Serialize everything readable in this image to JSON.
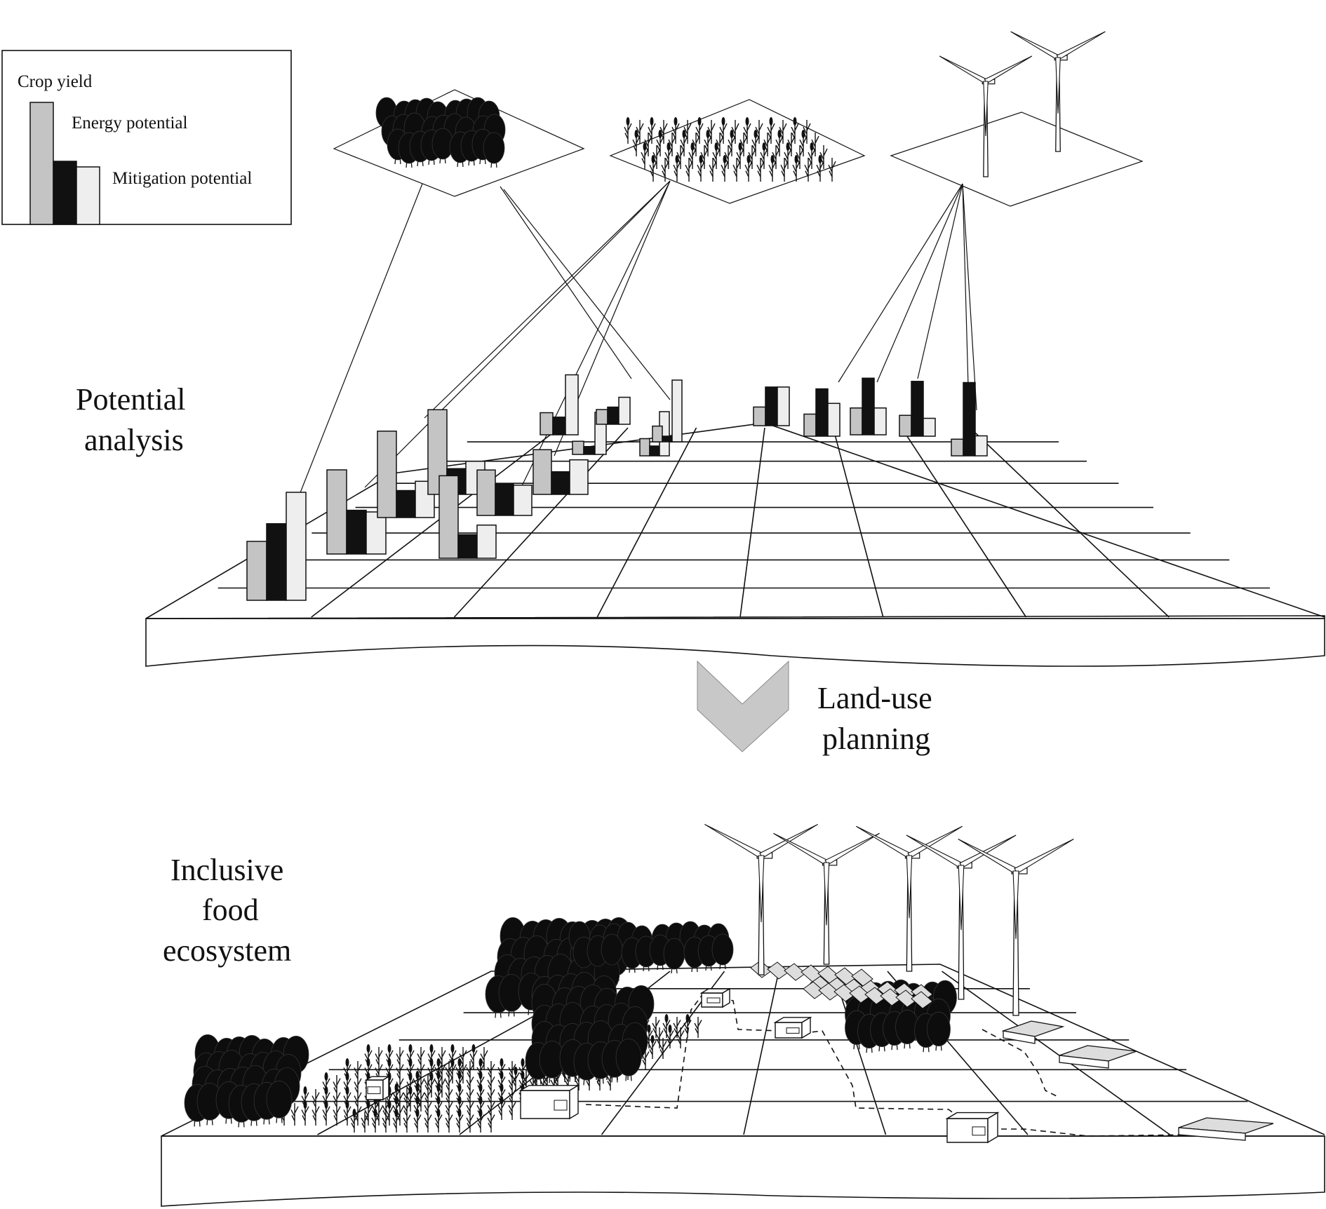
{
  "legend": {
    "title": "Crop yield",
    "items": [
      {
        "label": "Energy potential",
        "color": "#c4c4c4"
      },
      {
        "label": "Mitigation potential",
        "color": "#e9e9e9"
      }
    ],
    "crop_color": "#111111"
  },
  "sections": {
    "potential": {
      "line1": "Potential",
      "line2": "analysis"
    },
    "planning": {
      "line1": "Land-use",
      "line2": "planning"
    },
    "ecosystem": {
      "line1": "Inclusive",
      "line2": "food",
      "line3": "ecosystem"
    }
  },
  "colors": {
    "energy": "#c4c4c4",
    "crop": "#111111",
    "mitigation": "#eeeeee",
    "arrow": "#c8c8c8"
  },
  "icons": [
    "forest-icon",
    "cropland-icon",
    "wind-turbine-icon",
    "factory-icon",
    "warehouse-icon",
    "barn-icon"
  ],
  "chart_data": {
    "type": "bar",
    "series": [
      {
        "name": "Crop yield"
      },
      {
        "name": "Energy potential"
      },
      {
        "name": "Mitigation potential"
      }
    ],
    "groups": [
      {
        "values": [
          0.6,
          0.78,
          1.1
        ]
      },
      {
        "values": [
          1.0,
          0.52,
          0.5
        ]
      },
      {
        "values": [
          1.12,
          0.35,
          0.47
        ]
      },
      {
        "values": [
          1.15,
          0.35,
          0.45
        ]
      },
      {
        "values": [
          1.12,
          0.32,
          0.45
        ]
      },
      {
        "values": [
          0.72,
          0.5,
          0.48
        ]
      },
      {
        "values": [
          0.75,
          0.38,
          0.58
        ]
      },
      {
        "values": [
          0.35,
          0.28,
          0.95
        ]
      },
      {
        "values": [
          0.25,
          0.15,
          0.8
        ]
      },
      {
        "values": [
          0.3,
          0.35,
          0.55
        ]
      },
      {
        "values": [
          0.35,
          0.2,
          0.9
        ]
      },
      {
        "values": [
          0.28,
          0.1,
          1.1
        ]
      },
      {
        "values": [
          0.28,
          0.58,
          0.58
        ]
      },
      {
        "values": [
          0.35,
          0.75,
          0.52
        ]
      },
      {
        "values": [
          0.45,
          0.95,
          0.45
        ]
      },
      {
        "values": [
          0.35,
          0.92,
          0.3
        ]
      },
      {
        "values": [
          0.25,
          1.1,
          0.3
        ]
      }
    ]
  }
}
